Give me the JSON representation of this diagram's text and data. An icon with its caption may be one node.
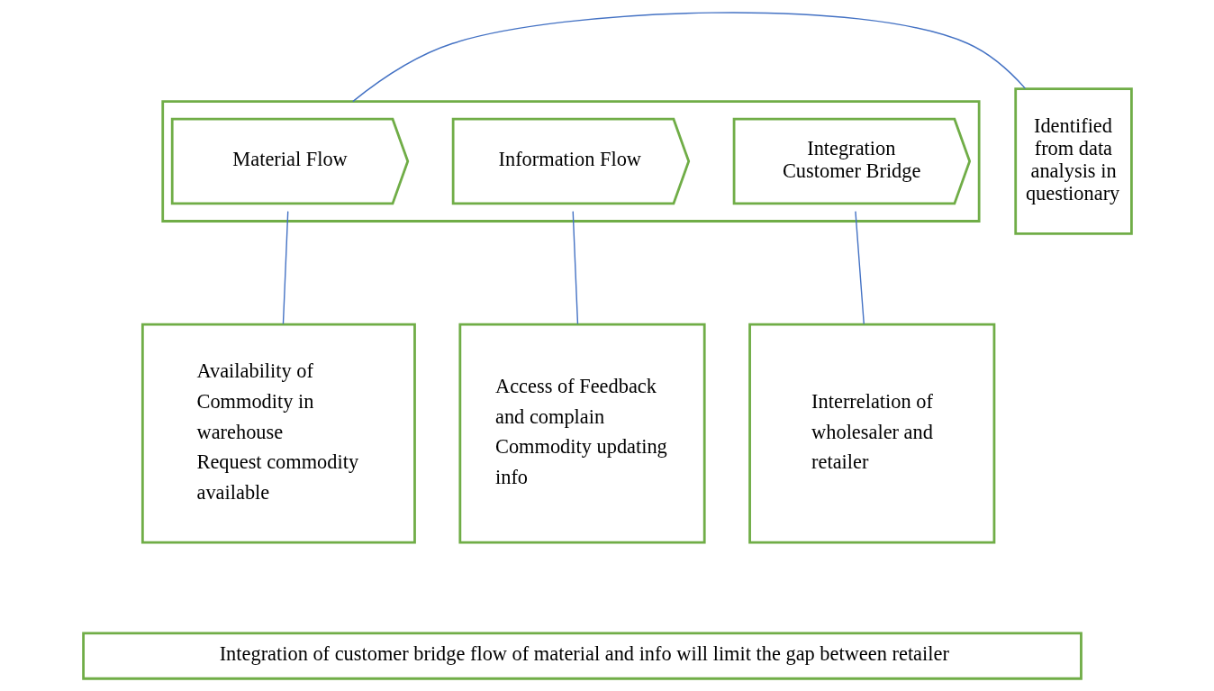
{
  "diagram": {
    "nodes": [
      {
        "text": [],
        "shape": "box"
      },
      {
        "text": [
          "Material Flow"
        ],
        "in": 0
      },
      {
        "text": [
          "Information Flow"
        ],
        "in": 0
      },
      {
        "text": [
          "Integration Customer Bridge"
        ],
        "in": 0
      },
      {
        "text": [
          "Identified from data analysis in questionary"
        ]
      },
      {
        "text": [
          "Availability of Commodity in warehouse",
          "Request commodity available"
        ]
      },
      {
        "text": [
          "Access of Feedback and complain",
          "Commodity updating info"
        ]
      },
      {
        "text": [
          "Interrelation of wholesaler and retailer"
        ]
      },
      {
        "text": [
          "Integration of customer bridge flow of material and info will limit the gap between retailer"
        ]
      }
    ],
    "edges": [
      {
        "from": 0,
        "to": 4,
        "arrow": "none",
        "color": "#4472c4"
      },
      {
        "from": 1,
        "to": 5,
        "arrow": "none",
        "color": "#4472c4"
      },
      {
        "from": 2,
        "to": 6,
        "arrow": "none",
        "color": "#4472c4"
      },
      {
        "from": 3,
        "to": 7,
        "arrow": "none",
        "color": "#4472c4"
      }
    ]
  }
}
